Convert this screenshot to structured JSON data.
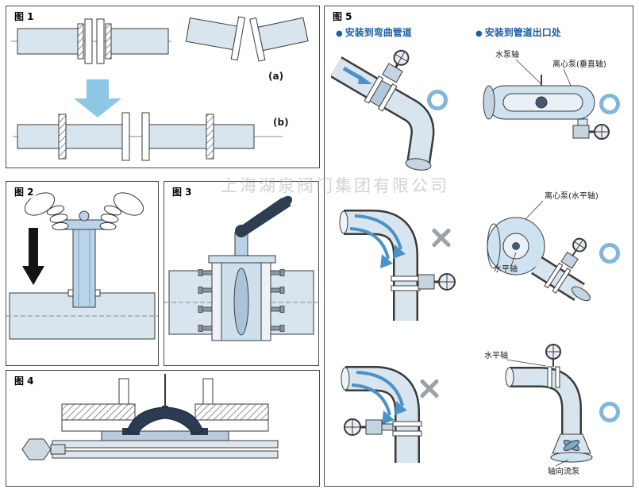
{
  "watermark": "上海湖泉阀门集团有限公司",
  "fig1": {
    "label": "图 1",
    "a": "(a)",
    "b": "(b)"
  },
  "fig2": {
    "label": "图 2"
  },
  "fig3": {
    "label": "图 3"
  },
  "fig4": {
    "label": "图 4"
  },
  "fig5": {
    "label": "图 5",
    "bullet": "●",
    "header_left": "安装到弯曲管道",
    "header_right": "安装到管道出口处",
    "labels": {
      "pump_shaft": "水泵轴",
      "centrifugal_vertical": "离心泵(垂直轴)",
      "centrifugal_horizontal": "离心泵(水平轴)",
      "horizontal_axis_mid": "水平轴",
      "horizontal_axis_bottom": "水平轴",
      "axial_flow_pump": "轴向流泵"
    }
  },
  "icons": {
    "correct_mark": "○",
    "wrong_mark": "✕"
  },
  "colors": {
    "pipe_fill": "#d9e5ee",
    "flow_blue": "#4a93c8",
    "big_arrow_blue": "#8ec6e6",
    "mark_circle_blue": "#7fb6da",
    "mark_cross_gray": "#9aa2a8",
    "header_blue": "#1b5ea6",
    "outline": "#3a3a3a"
  }
}
